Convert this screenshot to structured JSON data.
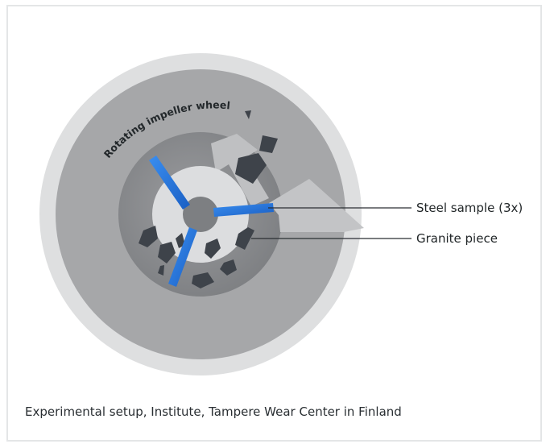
{
  "diagram": {
    "wheel_label": "Rotating impeller wheel",
    "labels": {
      "steel_sample": "Steel sample (3x)",
      "granite_piece": "Granite piece"
    },
    "caption": "Experimental setup, Institute, Tampere Wear Center in Finland",
    "colors": {
      "outer_ring": "#dedfe0",
      "wheel": "#a6a7a9",
      "inner_ring": "#828487",
      "hub": "#dcdddf",
      "center": "#7d7f82",
      "sample_blue": "#1f6fd1",
      "granite": "#3e434a",
      "leader_line": "#2b2f33"
    }
  }
}
